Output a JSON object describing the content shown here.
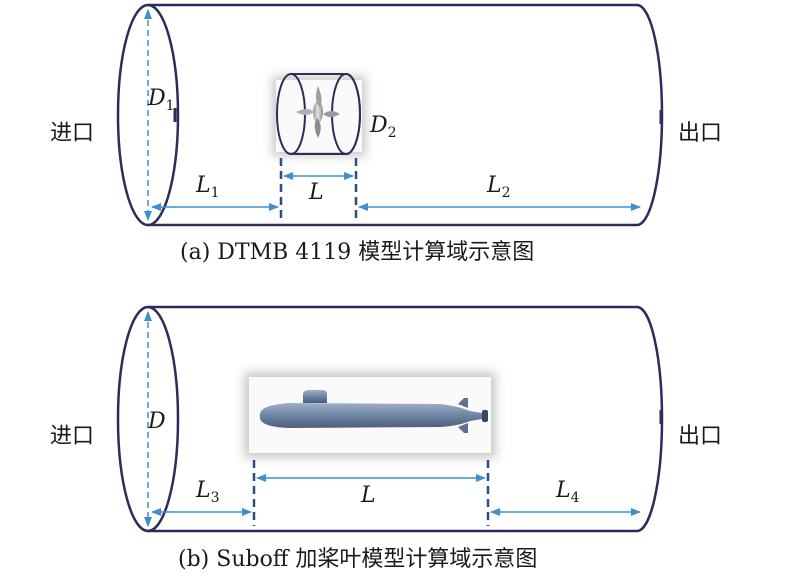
{
  "panel_a": {
    "inlet": "进口",
    "outlet": "出口",
    "dim_D": "D",
    "dim_D_sub": "1",
    "dim_D2": "D",
    "dim_D2_sub": "2",
    "dim_L1": "L",
    "dim_L1_sub": "1",
    "dim_L": "L",
    "dim_L2": "L",
    "dim_L2_sub": "2",
    "caption": "(a) DTMB 4119 模型计算域示意图"
  },
  "panel_b": {
    "inlet": "进口",
    "outlet": "出口",
    "dim_D": "D",
    "dim_L3": "L",
    "dim_L3_sub": "3",
    "dim_L": "L",
    "dim_L4": "L",
    "dim_L4_sub": "4",
    "caption": "(b) Suboff 加桨叶模型计算域示意图"
  },
  "colors": {
    "outline": "#2b2d5a",
    "dimension": "#3d8fd1",
    "dash": "#2c4d8a",
    "submarine": "#6e84a3"
  }
}
